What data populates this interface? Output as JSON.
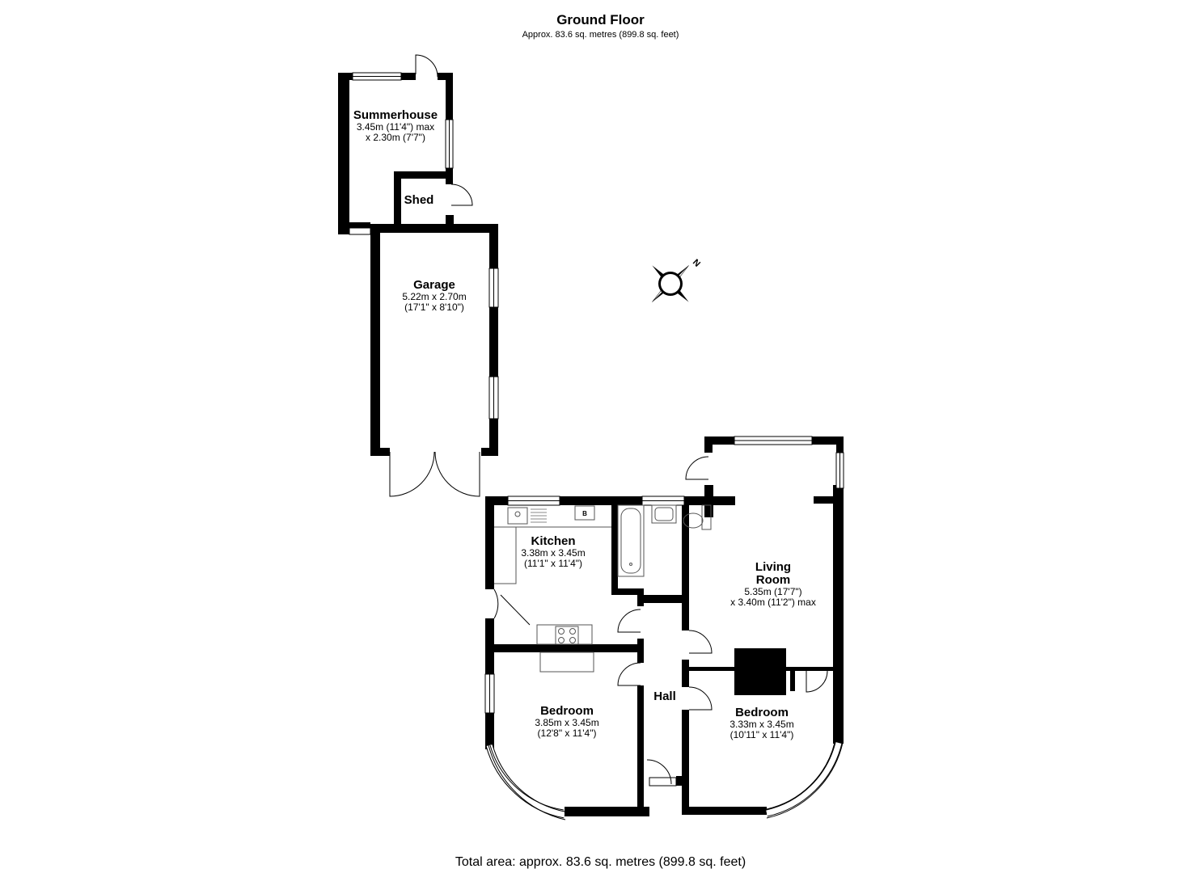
{
  "header": {
    "title": "Ground Floor",
    "subtitle": "Approx. 83.6 sq. metres (899.8 sq. feet)"
  },
  "rooms": {
    "summerhouse": {
      "name": "Summerhouse",
      "dim1": "3.45m (11'4\") max",
      "dim2": "x 2.30m (7'7\")"
    },
    "shed": {
      "name": "Shed"
    },
    "garage": {
      "name": "Garage",
      "dim1": "5.22m x 2.70m",
      "dim2": "(17'1\" x 8'10\")"
    },
    "kitchen": {
      "name": "Kitchen",
      "dim1": "3.38m x 3.45m",
      "dim2": "(11'1\" x 11'4\")"
    },
    "living": {
      "name1": "Living",
      "name2": "Room",
      "dim1": "5.35m (17'7\")",
      "dim2": "x 3.40m (11'2\") max"
    },
    "bedroom1": {
      "name": "Bedroom",
      "dim1": "3.85m x 3.45m",
      "dim2": "(12'8\" x 11'4\")"
    },
    "bedroom2": {
      "name": "Bedroom",
      "dim1": "3.33m x 3.45m",
      "dim2": "(10'11\" x 11'4\")"
    },
    "hall": {
      "name": "Hall"
    }
  },
  "boiler_label": "B",
  "compass": {
    "label": "N",
    "icon": "compass-rose-icon"
  },
  "footer": {
    "total": "Total area: approx. 83.6 sq. metres (899.8 sq. feet)"
  },
  "colors": {
    "wall": "#000000",
    "background": "#ffffff",
    "fixture": "#888888"
  }
}
